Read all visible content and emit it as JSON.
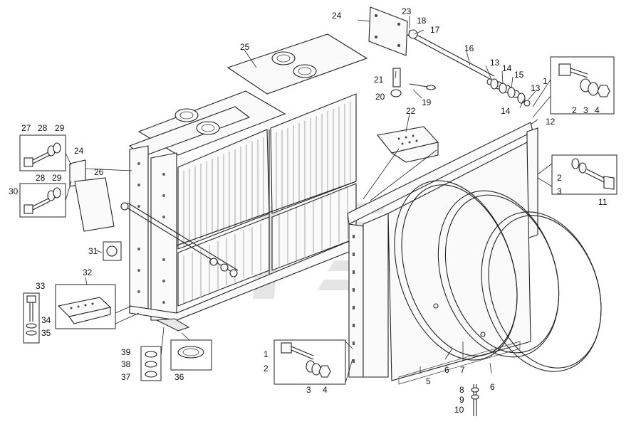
{
  "callouts": {
    "c1a": "1",
    "c2a": "2",
    "c3a": "3",
    "c4a": "4",
    "c1b": "1",
    "c2b": "2",
    "c3b": "3",
    "c4b": "4",
    "c2c": "2",
    "c3c": "3",
    "c5": "5",
    "c6a": "6",
    "c6b": "6",
    "c7": "7",
    "c8": "8",
    "c9": "9",
    "c10": "10",
    "c11": "11",
    "c12": "12",
    "c13a": "13",
    "c13b": "13",
    "c14a": "14",
    "c14b": "14",
    "c15": "15",
    "c16": "16",
    "c17": "17",
    "c18": "18",
    "c19": "19",
    "c20": "20",
    "c21": "21",
    "c22": "22",
    "c23": "23",
    "c24a": "24",
    "c24b": "24",
    "c25": "25",
    "c26": "26",
    "c27": "27",
    "c28a": "28",
    "c28b": "28",
    "c29a": "29",
    "c29b": "29",
    "c30": "30",
    "c31": "31",
    "c32": "32",
    "c33": "33",
    "c34": "34",
    "c35": "35",
    "c36": "36",
    "c37": "37",
    "c38": "38",
    "c39": "39"
  },
  "icons": {
    "radiator": "radiator-core",
    "fan_shroud": "fan-shroud-ring",
    "bracket": "mounting-bracket",
    "rod": "tie-rod",
    "bolt": "bolt",
    "washer": "washer",
    "nut": "nut"
  }
}
